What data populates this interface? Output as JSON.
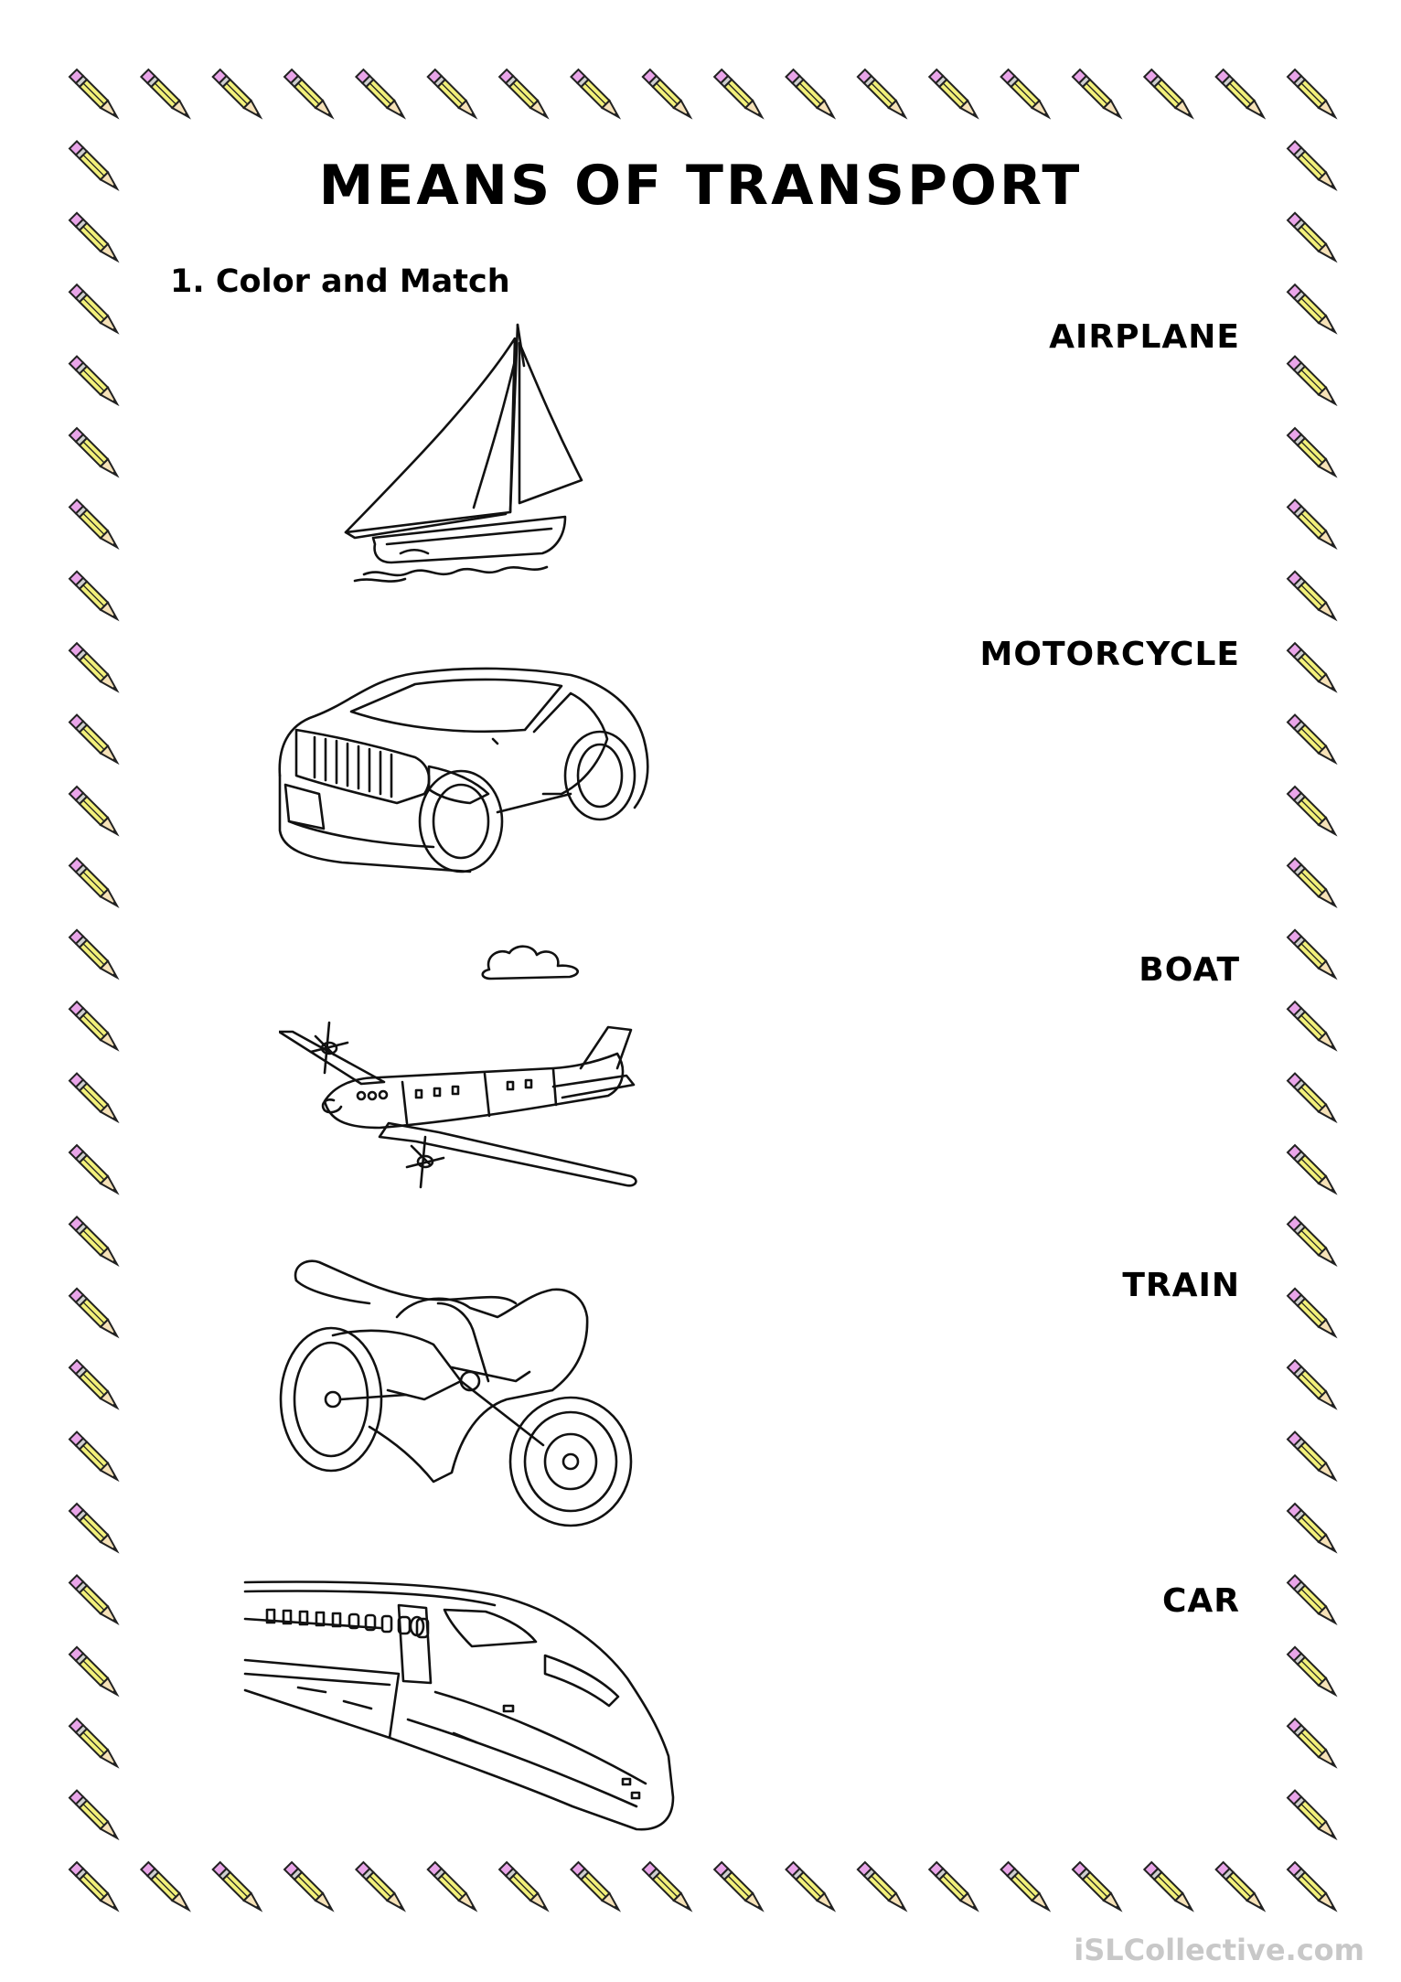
{
  "title": "MEANS OF TRANSPORT",
  "instruction": "1. Color and Match",
  "words": [
    "AIRPLANE",
    "MOTORCYCLE",
    "BOAT",
    "TRAIN",
    "CAR"
  ],
  "pictures": [
    {
      "name": "boat-icon"
    },
    {
      "name": "car-icon"
    },
    {
      "name": "airplane-icon"
    },
    {
      "name": "motorcycle-icon"
    },
    {
      "name": "train-icon"
    }
  ],
  "border": {
    "icon": "pencil-icon",
    "pencil_color": "#f2f07a",
    "tip_color": "#e9a5e9"
  },
  "watermark": "iSLCollective.com"
}
